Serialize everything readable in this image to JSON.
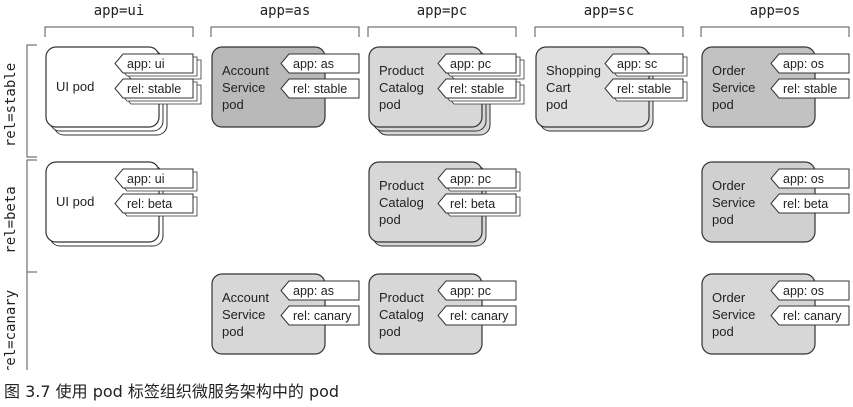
{
  "columns": [
    {
      "key": "ui",
      "label": "app=ui"
    },
    {
      "key": "as",
      "label": "app=as"
    },
    {
      "key": "pc",
      "label": "app=pc"
    },
    {
      "key": "sc",
      "label": "app=sc"
    },
    {
      "key": "os",
      "label": "app=os"
    }
  ],
  "rows": [
    {
      "key": "stable",
      "label": "rel=stable"
    },
    {
      "key": "beta",
      "label": "rel=beta"
    },
    {
      "key": "canary",
      "label": "rel=canary"
    }
  ],
  "pods": [
    {
      "col": "ui",
      "row": "stable",
      "name": [
        "UI pod"
      ],
      "labels": [
        "app: ui",
        "rel: stable"
      ],
      "fill": "#ffffff",
      "stack": 3
    },
    {
      "col": "as",
      "row": "stable",
      "name": [
        "Account",
        "Service",
        "pod"
      ],
      "labels": [
        "app: as",
        "rel: stable"
      ],
      "fill": "#b9b9b9",
      "stack": 1
    },
    {
      "col": "pc",
      "row": "stable",
      "name": [
        "Product",
        "Catalog",
        "pod"
      ],
      "labels": [
        "app: pc",
        "rel: stable"
      ],
      "fill": "#d7d7d7",
      "stack": 3
    },
    {
      "col": "sc",
      "row": "stable",
      "name": [
        "Shopping",
        "Cart",
        "pod"
      ],
      "labels": [
        "app: sc",
        "rel: stable"
      ],
      "fill": "#e0e0e0",
      "stack": 2
    },
    {
      "col": "os",
      "row": "stable",
      "name": [
        "Order",
        "Service",
        "pod"
      ],
      "labels": [
        "app: os",
        "rel: stable"
      ],
      "fill": "#c2c2c2",
      "stack": 1
    },
    {
      "col": "ui",
      "row": "beta",
      "name": [
        "UI pod"
      ],
      "labels": [
        "app: ui",
        "rel: beta"
      ],
      "fill": "#ffffff",
      "stack": 2
    },
    {
      "col": "pc",
      "row": "beta",
      "name": [
        "Product",
        "Catalog",
        "pod"
      ],
      "labels": [
        "app: pc",
        "rel: beta"
      ],
      "fill": "#d7d7d7",
      "stack": 2
    },
    {
      "col": "os",
      "row": "beta",
      "name": [
        "Order",
        "Service",
        "pod"
      ],
      "labels": [
        "app: os",
        "rel: beta"
      ],
      "fill": "#d0d0d0",
      "stack": 1
    },
    {
      "col": "as",
      "row": "canary",
      "name": [
        "Account",
        "Service",
        "pod"
      ],
      "labels": [
        "app: as",
        "rel: canary"
      ],
      "fill": "#d7d7d7",
      "stack": 1
    },
    {
      "col": "pc",
      "row": "canary",
      "name": [
        "Product",
        "Catalog",
        "pod"
      ],
      "labels": [
        "app: pc",
        "rel: canary"
      ],
      "fill": "#d7d7d7",
      "stack": 1
    },
    {
      "col": "os",
      "row": "canary",
      "name": [
        "Order",
        "Service",
        "pod"
      ],
      "labels": [
        "app: os",
        "rel: canary"
      ],
      "fill": "#d7d7d7",
      "stack": 1
    }
  ],
  "caption": "图 3.7   使用 pod 标签组织微服务架构中的 pod",
  "colors": {
    "stroke": "#333333",
    "bracket": "#555555",
    "tag_fill": "#ffffff"
  }
}
